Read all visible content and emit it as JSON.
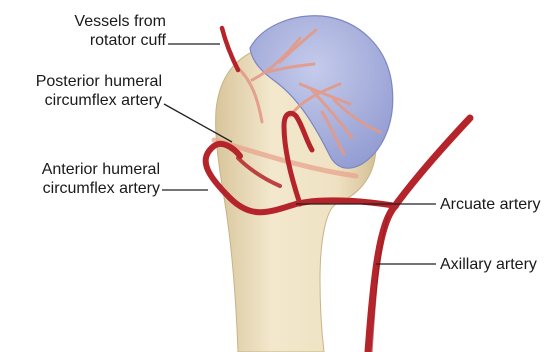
{
  "labels": {
    "vessels_rotator_cuff": [
      "Vessels from",
      "rotator cuff"
    ],
    "posterior_humeral": [
      "Posterior humeral",
      "circumflex artery"
    ],
    "anterior_humeral": [
      "Anterior humeral",
      "circumflex artery"
    ],
    "arcuate_artery": "Arcuate artery",
    "axillary_artery": "Axillary artery"
  },
  "colors": {
    "bone": "#efe2c3",
    "bone_shadow": "#d9c79f",
    "cartilage": "#aab3df",
    "cartilage_edge": "#7c86c2",
    "artery": "#b5242a",
    "artery_dark": "#8a1a1e",
    "periosteal_vessel": "#e8a38c"
  }
}
